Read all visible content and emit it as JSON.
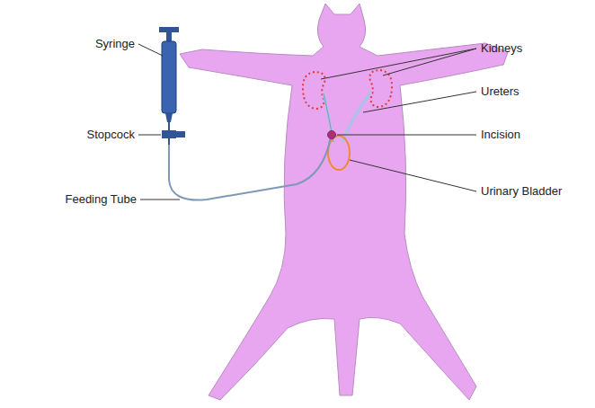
{
  "diagram": {
    "labels": [
      "Syringe",
      "Stopcock",
      "Feeding Tube",
      "Kidneys",
      "Ureters",
      "Incision",
      "Urinary Bladder"
    ]
  }
}
